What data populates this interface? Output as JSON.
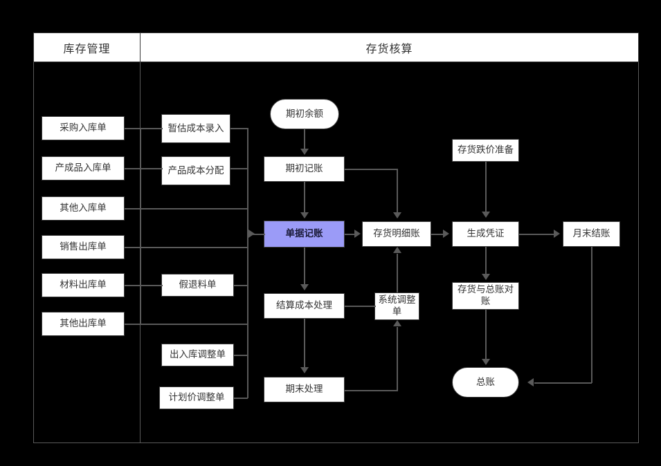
{
  "diagram": {
    "title_left": "库存管理",
    "title_right": "存货核算",
    "accent_highlight": "#9b9bf7",
    "node_fill": "#ffffff",
    "node_border": "#3b3b3b",
    "line_color": "#5a5a5a",
    "background": "#000000"
  },
  "inventory_column": [
    {
      "label": "采购入库单"
    },
    {
      "label": "产成品入库单"
    },
    {
      "label": "其他入库单"
    },
    {
      "label": "销售出库单"
    },
    {
      "label": "材料出库单"
    },
    {
      "label": "其他出库单"
    }
  ],
  "cost_column": [
    {
      "label": "暂估成本录入"
    },
    {
      "label": "产品成本分配"
    },
    {
      "label": "假退料单"
    },
    {
      "label": "出入库调整单"
    },
    {
      "label": "计划价调整单"
    }
  ],
  "main_flow": {
    "opening_balance": "期初余额",
    "opening_posting": "期初记账",
    "voucher_posting": "单据记账",
    "inventory_ledger": "存货明细账",
    "settle_cost": "结算成本处理",
    "system_adjust": "系统调整单",
    "period_end": "期末处理"
  },
  "right_flow": {
    "inventory_writedown": "存货跌价准备",
    "generate_voucher": "生成凭证",
    "month_end_close": "月末结账",
    "inventory_gl_recon": "存货与总账对账",
    "general_ledger": "总账"
  }
}
